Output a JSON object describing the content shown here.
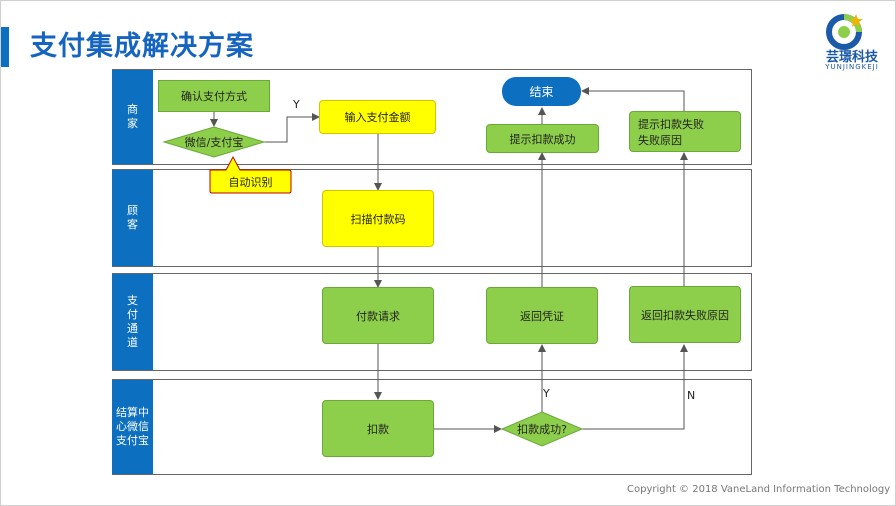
{
  "title": "支付集成解决方案",
  "logo": {
    "name": "芸璟科技",
    "sub": "YUNJINGKEJI"
  },
  "lanes": [
    {
      "label": "商家"
    },
    {
      "label": "顾客"
    },
    {
      "label": "支付通道"
    },
    {
      "label": "结算中心微信支付宝"
    }
  ],
  "nodes": {
    "confirm_method": "确认支付方式",
    "wechat_alipay": "微信/支付宝",
    "auto_detect": "自动识别",
    "input_amount": "输入支付金额",
    "end": "结束",
    "tip_success": "提示扣款成功",
    "tip_fail": "提示扣款失败\n失败原因",
    "scan_code": "扫描付款码",
    "pay_request": "付款请求",
    "return_voucher": "返回凭证",
    "return_fail": "返回扣款失败原因",
    "deduct": "扣款",
    "deduct_success": "扣款成功?"
  },
  "edge_labels": {
    "yes_top": "Y",
    "yes_decision": "Y",
    "no_decision": "N"
  },
  "copyright": "Copyright © 2018 VaneLand Information Technology",
  "colors": {
    "accent": "#0c6fbf",
    "process": "#8dcf4a",
    "highlight": "#ffff00"
  }
}
